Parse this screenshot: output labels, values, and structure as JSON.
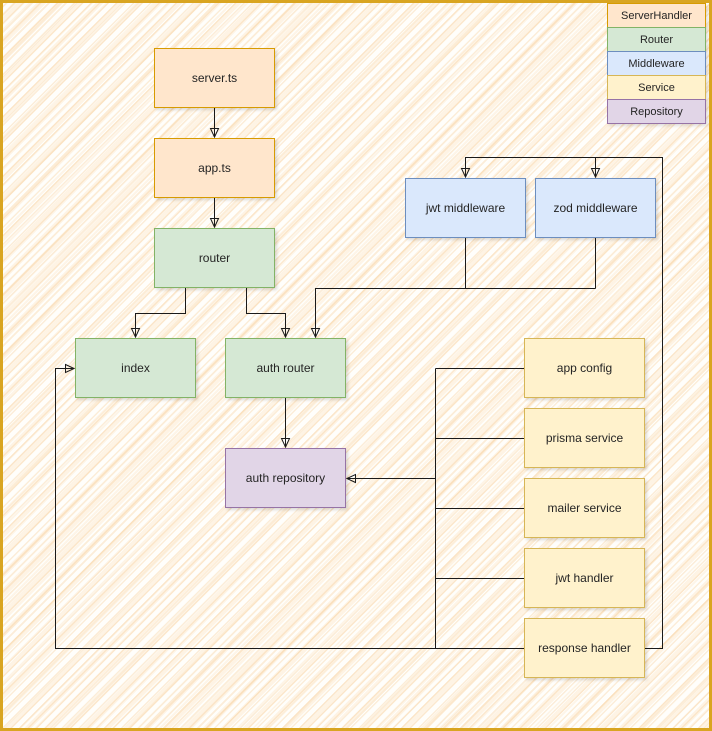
{
  "palette": {
    "server_handler": {
      "fill": "#FFE6CC",
      "border": "#D79B00"
    },
    "router": {
      "fill": "#D5E8D4",
      "border": "#82B366"
    },
    "middleware": {
      "fill": "#DAE8FC",
      "border": "#6C8EBF"
    },
    "service": {
      "fill": "#FFF2CC",
      "border": "#D6B656"
    },
    "repository": {
      "fill": "#E1D5E7",
      "border": "#9673A6"
    }
  },
  "frame": {
    "border_color": "#D9A521",
    "connector_color": "#1a1a1a",
    "canvas_hatch_color": "#F6C689"
  },
  "legend": {
    "items": [
      {
        "label": "ServerHandler",
        "type": "server_handler"
      },
      {
        "label": "Router",
        "type": "router"
      },
      {
        "label": "Middleware",
        "type": "middleware"
      },
      {
        "label": "Service",
        "type": "service"
      },
      {
        "label": "Repository",
        "type": "repository"
      }
    ]
  },
  "nodes": {
    "server_ts": {
      "label": "server.ts",
      "type": "server_handler"
    },
    "app_ts": {
      "label": "app.ts",
      "type": "server_handler"
    },
    "router": {
      "label": "router",
      "type": "router"
    },
    "index": {
      "label": "index",
      "type": "router"
    },
    "auth_router": {
      "label": "auth router",
      "type": "router"
    },
    "jwt_middleware": {
      "label": "jwt middleware",
      "type": "middleware"
    },
    "zod_middleware": {
      "label": "zod middleware",
      "type": "middleware"
    },
    "auth_repository": {
      "label": "auth repository",
      "type": "repository"
    },
    "app_config": {
      "label": "app config",
      "type": "service"
    },
    "prisma_service": {
      "label": "prisma service",
      "type": "service"
    },
    "mailer_service": {
      "label": "mailer service",
      "type": "service"
    },
    "jwt_handler": {
      "label": "jwt handler",
      "type": "service"
    },
    "response_handler": {
      "label": "response handler",
      "type": "service"
    }
  },
  "edges": [
    {
      "from": "server.ts",
      "to": "app.ts"
    },
    {
      "from": "app.ts",
      "to": "router"
    },
    {
      "from": "router",
      "to": "index"
    },
    {
      "from": "router",
      "to": "auth router"
    },
    {
      "from": "jwt middleware",
      "to": "auth router"
    },
    {
      "from": "zod middleware",
      "to": "auth router"
    },
    {
      "from": "auth router",
      "to": "auth repository"
    },
    {
      "from": "app config",
      "to": "auth repository"
    },
    {
      "from": "prisma service",
      "to": "auth repository"
    },
    {
      "from": "mailer service",
      "to": "auth repository"
    },
    {
      "from": "jwt handler",
      "to": "auth repository"
    },
    {
      "from": "response handler",
      "to": "auth repository"
    },
    {
      "from": "response handler",
      "to": "index"
    },
    {
      "from": "response handler",
      "to": "jwt middleware"
    },
    {
      "from": "response handler",
      "to": "zod middleware"
    }
  ]
}
